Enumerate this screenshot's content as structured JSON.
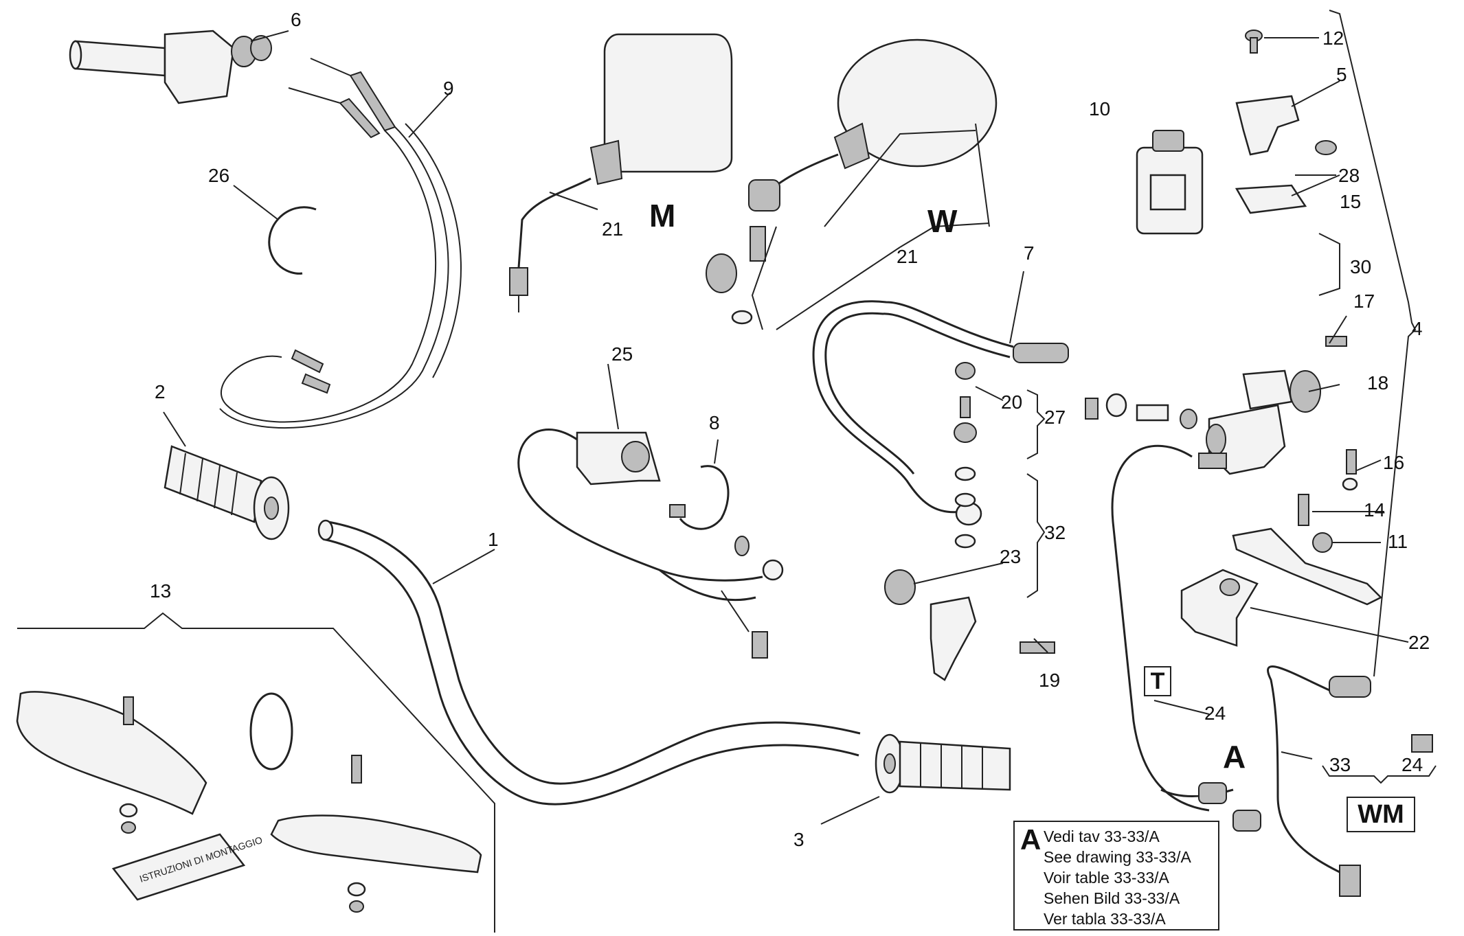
{
  "callouts": {
    "c1": "1",
    "c2": "2",
    "c3": "3",
    "c4": "4",
    "c5": "5",
    "c6": "6",
    "c7": "7",
    "c8": "8",
    "c9": "9",
    "c10": "10",
    "c11": "11",
    "c12": "12",
    "c13": "13",
    "c14": "14",
    "c15": "15",
    "c16": "16",
    "c17": "17",
    "c18": "18",
    "c19": "19",
    "c20": "20",
    "c21a": "21",
    "c21b": "21",
    "c22": "22",
    "c23": "23",
    "c24a": "24",
    "c24b": "24",
    "c25": "25",
    "c26": "26",
    "c27": "27",
    "c28": "28",
    "c30": "30",
    "c32": "32",
    "c33": "33"
  },
  "variants": {
    "m": "M",
    "w": "W",
    "t": "T",
    "wm": "WM",
    "a": "A"
  },
  "manual_label": "ISTRUZIONI DI MONTAGGIO",
  "note": {
    "letter": "A",
    "lines": [
      "Vedi tav 33-33/A",
      "See drawing 33-33/A",
      "Voir table 33-33/A",
      "Sehen Bild 33-33/A",
      "Ver tabla 33-33/A"
    ]
  }
}
